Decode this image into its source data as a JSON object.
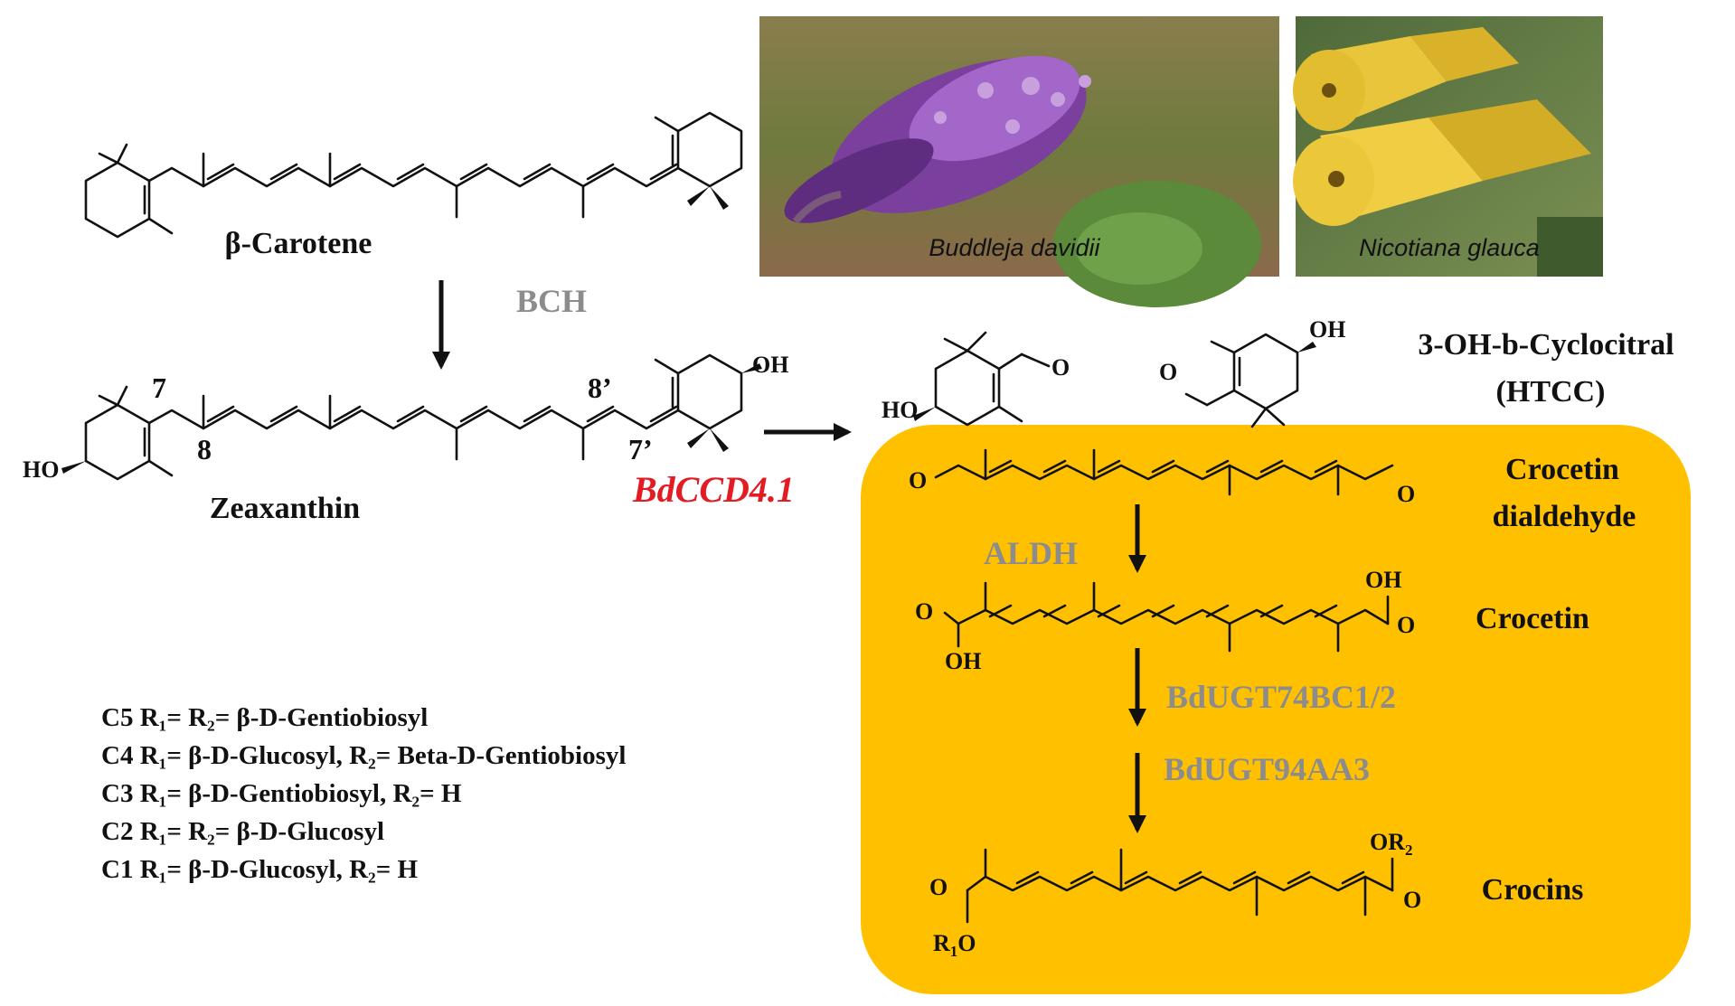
{
  "compounds": {
    "beta_carotene": "β-Carotene",
    "zeaxanthin": "Zeaxanthin",
    "htcc_line1": "3-OH-b-Cyclocitral",
    "htcc_line2": "(HTCC)",
    "crocetin_dialdehyde_line1": "Crocetin",
    "crocetin_dialdehyde_line2": "dialdehyde",
    "crocetin": "Crocetin",
    "crocins": "Crocins"
  },
  "enzymes": {
    "bch": "BCH",
    "bdccd41": "BdCCD4.1",
    "aldh": "ALDH",
    "bdugt74": "BdUGT74BC1/2",
    "bdugt94": "BdUGT94AA3"
  },
  "carbon_numbers": {
    "c7": "7",
    "c8": "8",
    "c7p": "7’",
    "c8p": "8’"
  },
  "atoms": {
    "oh": "OH",
    "ho": "HO",
    "o": "O"
  },
  "plants": [
    {
      "caption": "Buddleja davidii"
    },
    {
      "caption": "Nicotiana glauca"
    }
  ],
  "crocin_variants": [
    {
      "id": "C5",
      "text": "R₁= R₂= β-D-Gentiobiosyl"
    },
    {
      "id": "C4",
      "text": "R₁= β-D-Glucosyl, R₂= Beta-D-Gentiobiosyl"
    },
    {
      "id": "C3",
      "text": "R₁= β-D-Gentiobiosyl,  R₂= H"
    },
    {
      "id": "C2",
      "text": "R₁= R₂= β-D-Glucosyl"
    },
    {
      "id": "C1",
      "text": "R₁= β-D-Glucosyl, R₂= H"
    }
  ],
  "colors": {
    "panel_fill": "#ffc000",
    "enzyme_grey": "#8c8c8c",
    "ccd_red": "#e31b23",
    "bond_black": "#111111"
  }
}
